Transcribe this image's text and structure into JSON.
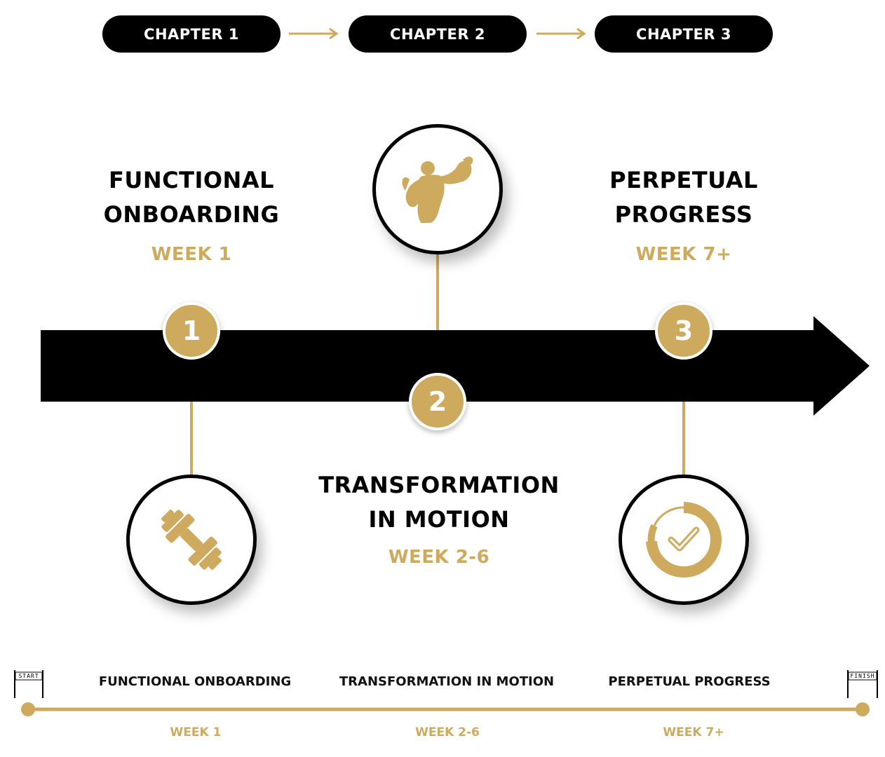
{
  "chapters": [
    {
      "label": "CHAPTER 1"
    },
    {
      "label": "CHAPTER 2"
    },
    {
      "label": "CHAPTER 3"
    }
  ],
  "stages": [
    {
      "number": "1",
      "title_line1": "FUNCTIONAL",
      "title_line2": "ONBOARDING",
      "week": "WEEK 1",
      "icon": "dumbbell-icon"
    },
    {
      "number": "2",
      "title_line1": "TRANSFORMATION",
      "title_line2": "IN MOTION",
      "week": "WEEK 2-6",
      "icon": "bodybuilder-icon"
    },
    {
      "number": "3",
      "title_line1": "PERPETUAL",
      "title_line2": "PROGRESS",
      "week": "WEEK 7+",
      "icon": "progress-check-icon"
    }
  ],
  "summary": [
    {
      "label": "FUNCTIONAL ONBOARDING",
      "week": "WEEK 1"
    },
    {
      "label": "TRANSFORMATION IN MOTION",
      "week": "WEEK 2-6"
    },
    {
      "label": "PERPETUAL PROGRESS",
      "week": "WEEK 7+"
    }
  ],
  "flags": {
    "start": "START",
    "finish": "FINISH"
  },
  "colors": {
    "accent": "#cdaa5e",
    "dark": "#000000",
    "background": "#ffffff"
  }
}
